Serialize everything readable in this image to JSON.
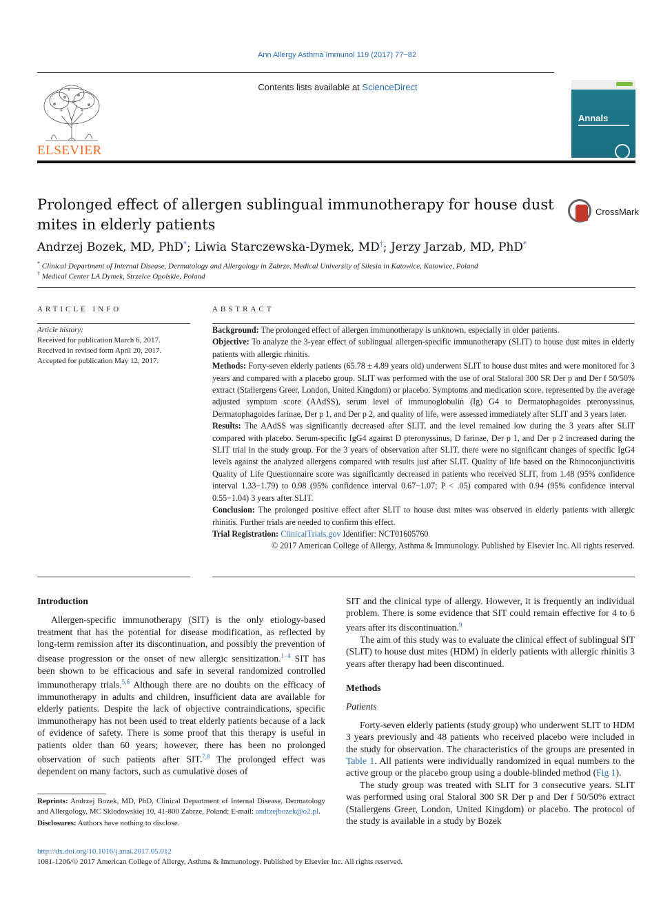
{
  "journal": {
    "citation": "Ann Allergy Asthma Immunol 119 (2017) 77−82",
    "contents_prefix": "Contents lists available at ",
    "contents_link": "ScienceDirect",
    "publisher_logo": "ELSEVIER",
    "cover_title": "Annals",
    "crossmark": "CrossMark"
  },
  "article": {
    "title": "Prolonged effect of allergen sublingual immunotherapy for house dust mites in elderly patients",
    "authors": [
      {
        "name": "Andrzej Bozek, MD, PhD",
        "mark": "*",
        "sep": "; "
      },
      {
        "name": "Liwia Starczewska-Dymek, MD",
        "mark": "†",
        "sep": "; "
      },
      {
        "name": "Jerzy Jarzab, MD, PhD",
        "mark": "*",
        "sep": ""
      }
    ],
    "affiliations": [
      {
        "mark": "*",
        "text": "Clinical Department of Internal Disease, Dermatology and Allergology in Zabrze, Medical University of Silesia in Katowice, Katowice, Poland"
      },
      {
        "mark": "†",
        "text": "Medical Center LA Dymek, Strzelce Opolskie, Poland"
      }
    ]
  },
  "info": {
    "heading": "ARTICLE INFO",
    "history_label": "Article history:",
    "history": [
      "Received for publication March 6, 2017.",
      "Received in revised form April 20, 2017.",
      "Accepted for publication May 12, 2017."
    ]
  },
  "abstract": {
    "heading": "ABSTRACT",
    "background_label": "Background:",
    "background": " The prolonged effect of allergen immunotherapy is unknown, especially in older patients.",
    "objective_label": "Objective:",
    "objective": " To analyze the 3-year effect of sublingual allergen-specific immunotherapy (SLIT) to house dust mites in elderly patients with allergic rhinitis.",
    "methods_label": "Methods:",
    "methods": " Forty-seven elderly patients (65.78 ± 4.89 years old) underwent SLIT to house dust mites and were monitored for 3 years and compared with a placebo group. SLIT was performed with the use of oral Staloral 300 SR Der p and Der f 50/50% extract (Stallergens Greer, London, United Kingdom) or placebo. Symptoms and medication score, represented by the average adjusted symptom score (AAdSS), serum level of immunoglobulin (Ig) G4 to Dermatophagoides pteronyssinus, Dermatophagoides farinae, Der p 1, and Der p 2, and quality of life, were assessed immediately after SLIT and 3 years later.",
    "results_label": "Results:",
    "results": " The AAdSS was significantly decreased after SLIT, and the level remained low during the 3 years after SLIT compared with placebo. Serum-specific IgG4 against D pteronyssinus, D farinae, Der p 1, and Der p 2 increased during the SLIT trial in the study group. For the 3 years of observation after SLIT, there were no significant changes of specific IgG4 levels against the analyzed allergens compared with results just after SLIT. Quality of life based on the Rhinoconjunctivitis Quality of Life Questionnaire score was significantly decreased in patients who received SLIT, from 1.48 (95% confidence interval 1.33−1.79) to 0.98 (95% confidence interval 0.67−1.07; P < .05) compared with 0.94 (95% confidence interval 0.55−1.04) 3 years after SLIT.",
    "conclusion_label": "Conclusion:",
    "conclusion": " The prolonged positive effect after SLIT to house dust mites was observed in elderly patients with allergic rhinitis. Further trials are needed to confirm this effect.",
    "trial_label": "Trial Registration:",
    "trial_link": "ClinicalTrials.gov",
    "trial_id": " Identifier: NCT01605760",
    "copyright": "© 2017 American College of Allergy, Asthma & Immunology. Published by Elsevier Inc. All rights reserved."
  },
  "body": {
    "intro_heading": "Introduction",
    "intro_p1a": "Allergen-specific immunotherapy (SIT) is the only etiology-based treatment that has the potential for disease modification, as reflected by long-term remission after its discontinuation, and possibly the prevention of disease progression or the onset of new allergic sensitization.",
    "intro_ref1": "1−4",
    "intro_p1b": " SIT has been shown to be efficacious and safe in several randomized controlled immunotherapy trials.",
    "intro_ref2": "5,6",
    "intro_p1c": " Although there are no doubts on the efficacy of immunotherapy in adults and children, insufficient data are available for elderly patients. Despite the lack of objective contraindications, specific immunotherapy has not been used to treat elderly patients because of a lack of evidence of safety. There is some proof that this therapy is useful in patients older than 60 years; however, there has been no prolonged observation of such patients after SIT.",
    "intro_ref3": "7,8",
    "intro_p1d": " The prolonged effect was dependent on many factors, such as cumulative doses of",
    "col2_p1a": "SIT and the clinical type of allergy. However, it is frequently an individual problem. There is some evidence that SIT could remain effective for 4 to 6 years after its discontinuation.",
    "col2_ref1": "9",
    "col2_p2": "The aim of this study was to evaluate the clinical effect of sublingual SIT (SLIT) to house dust mites (HDM) in elderly patients with allergic rhinitis 3 years after therapy had been discontinued.",
    "methods_heading": "Methods",
    "patients_heading": "Patients",
    "col2_p3a": "Forty-seven elderly patients (study group) who underwent SLIT to HDM 3 years previously and 48 patients who received placebo were included in the study for observation. The characteristics of the groups are presented in ",
    "col2_table_link": "Table 1",
    "col2_p3b": ". All patients were individually randomized in equal numbers to the active group or the placebo group using a double-blinded method (",
    "col2_fig_link": "Fig 1",
    "col2_p3c": ").",
    "col2_p4": "The study group was treated with SLIT for 3 consecutive years. SLIT was performed using oral Staloral 300 SR Der p and Der f 50/50% extract (Stallergens Greer, London, United Kingdom) or placebo. The protocol of the study is available in a study by Bozek"
  },
  "footnotes": {
    "reprints_label": "Reprints:",
    "reprints": " Andrzej Bozek, MD, PhD, Clinical Department of Internal Disease, Dermatology and Allergology, MC Sklodowskiej 10, 41-800 Zabrze, Poland; E-mail: ",
    "email": "andrzejbozek@o2.pl",
    "reprints_end": ".",
    "disclosures_label": "Disclosures:",
    "disclosures": " Authors have nothing to disclose."
  },
  "bottom": {
    "doi": "http://dx.doi.org/10.1016/j.anai.2017.05.012",
    "issn_line": "1081-1206/© 2017 American College of Allergy, Asthma & Immunology. Published by Elsevier Inc. All rights reserved."
  }
}
